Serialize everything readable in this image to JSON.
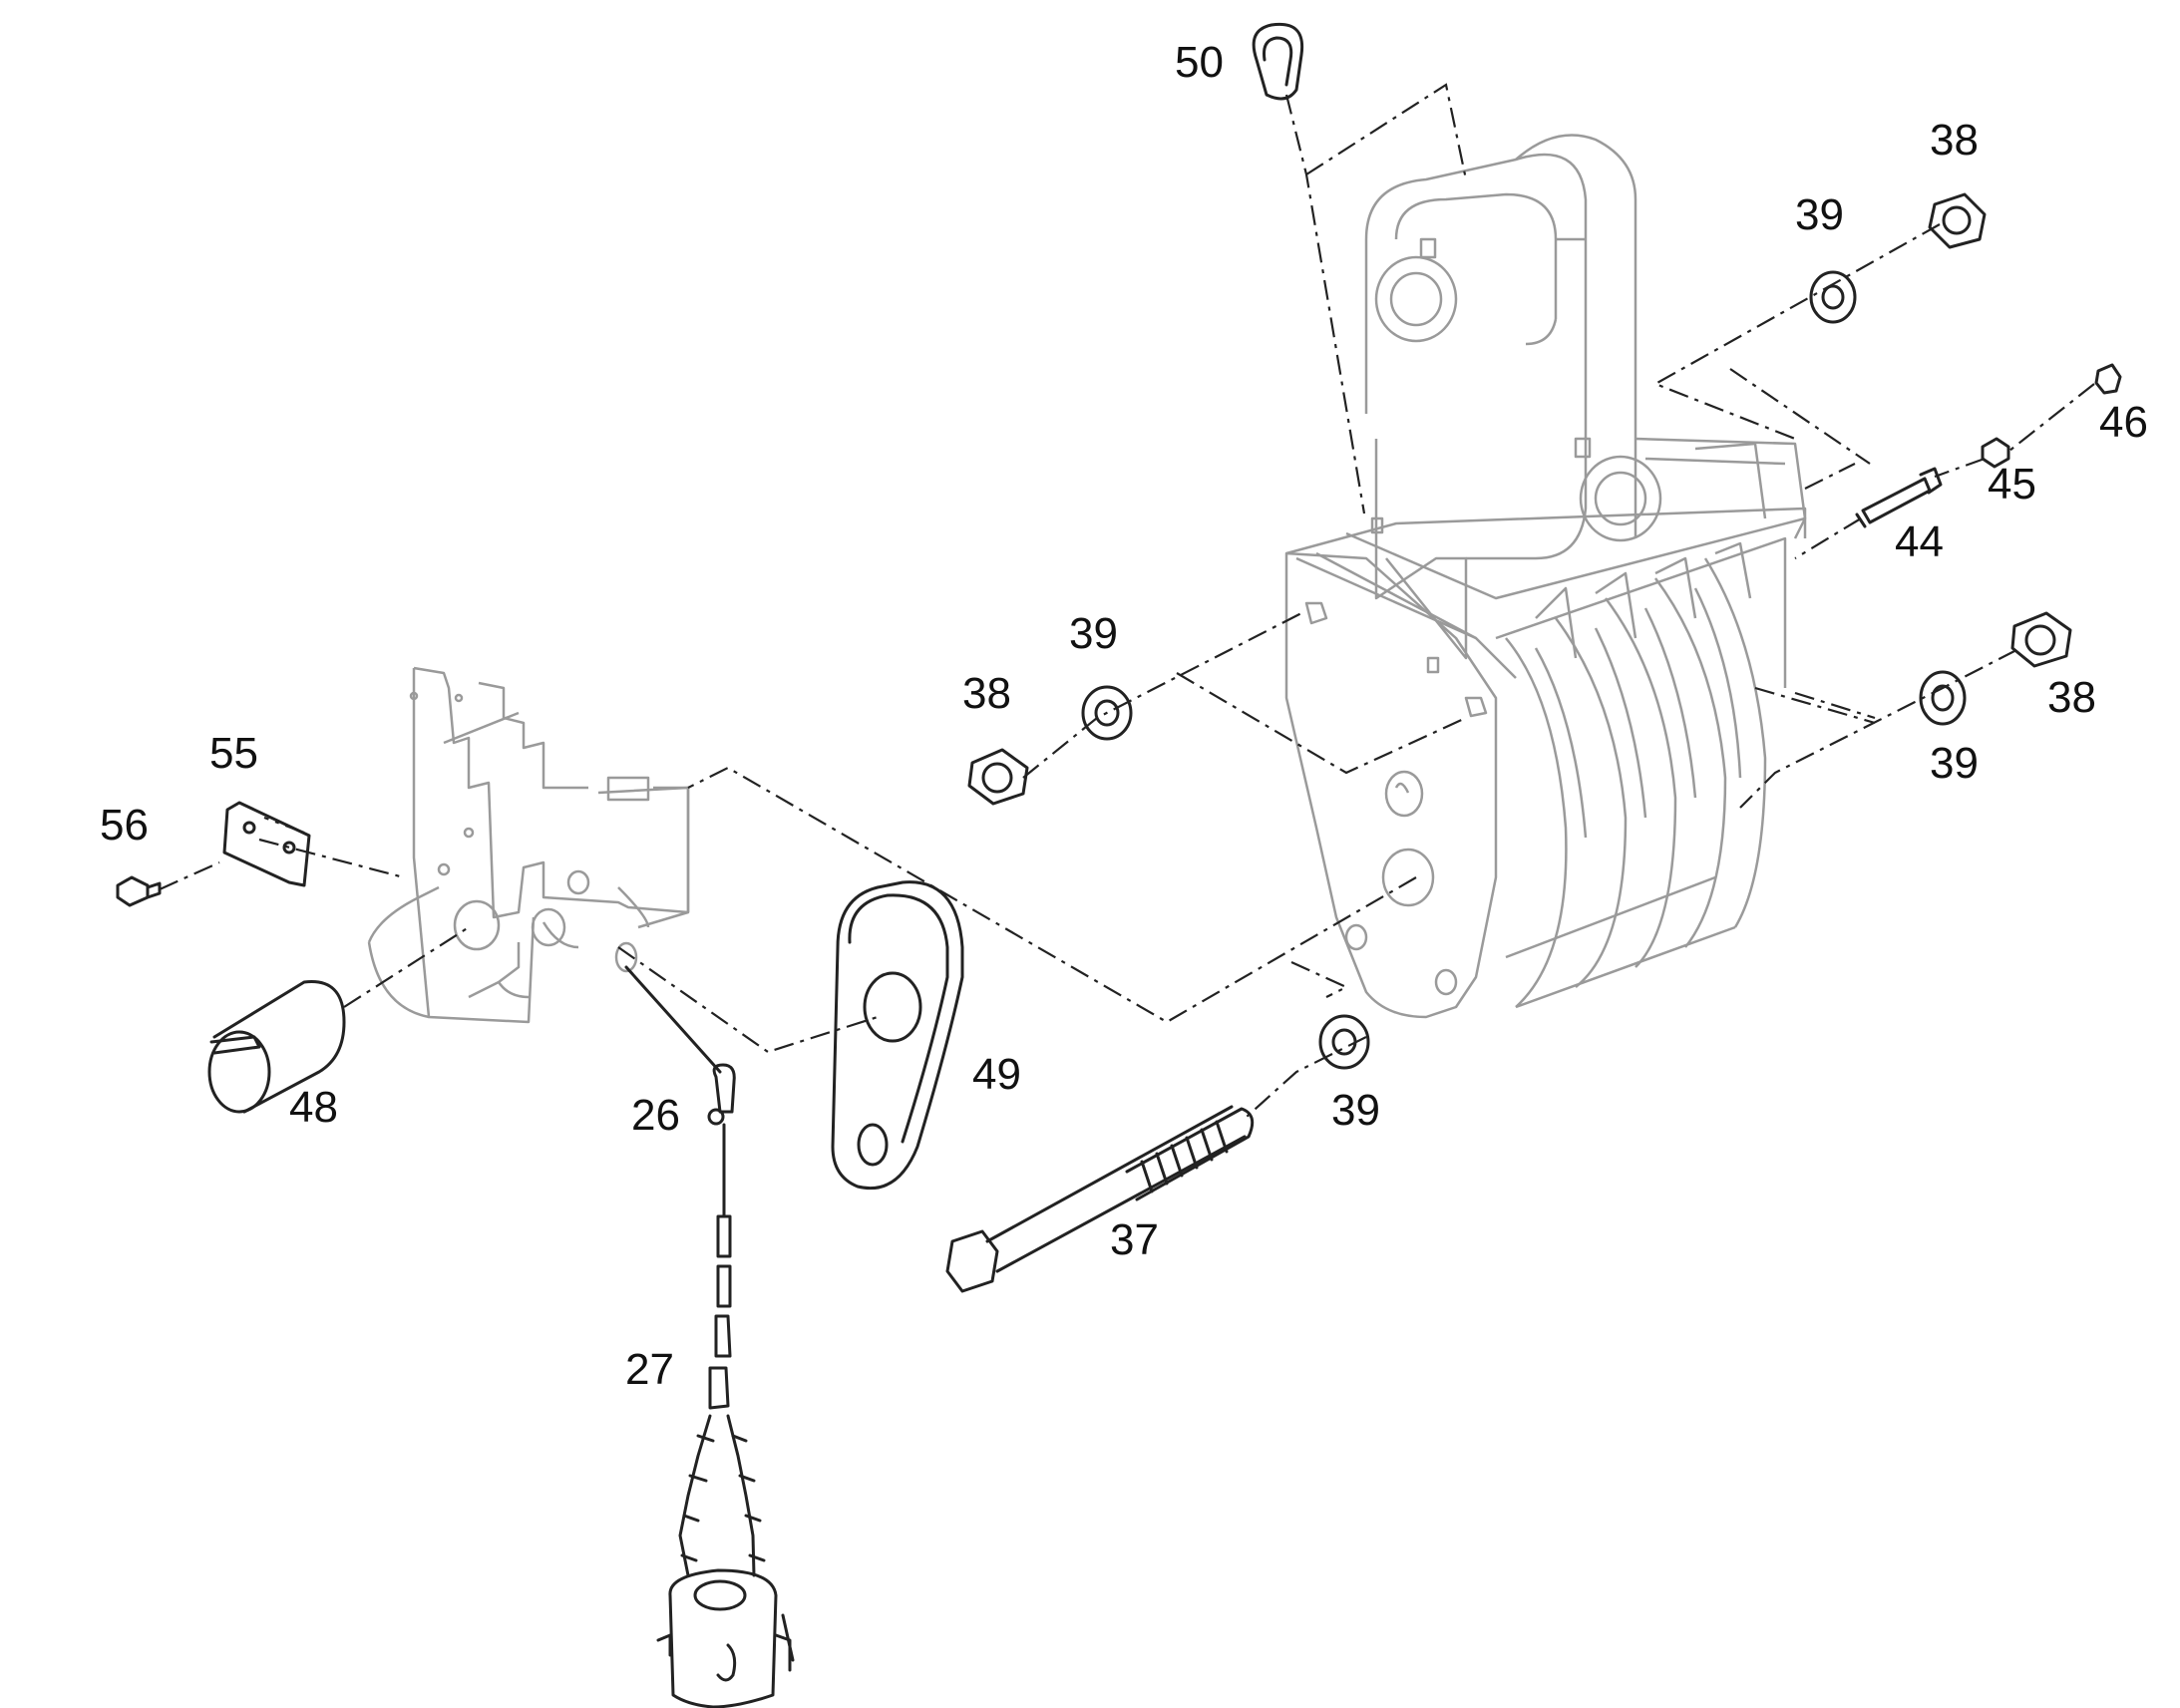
{
  "diagram": {
    "type": "exploded-parts-view",
    "callouts": [
      {
        "id": "c50a",
        "text": "50"
      },
      {
        "id": "c38a",
        "text": "38"
      },
      {
        "id": "c39a",
        "text": "39"
      },
      {
        "id": "c46",
        "text": "46"
      },
      {
        "id": "c45",
        "text": "45"
      },
      {
        "id": "c44",
        "text": "44"
      },
      {
        "id": "c39b",
        "text": "39"
      },
      {
        "id": "c38b",
        "text": "38"
      },
      {
        "id": "c38c",
        "text": "38"
      },
      {
        "id": "c39c",
        "text": "39"
      },
      {
        "id": "c55",
        "text": "55"
      },
      {
        "id": "c56",
        "text": "56"
      },
      {
        "id": "c48",
        "text": "48"
      },
      {
        "id": "c49",
        "text": "49"
      },
      {
        "id": "c26",
        "text": "26"
      },
      {
        "id": "c39d",
        "text": "39"
      },
      {
        "id": "c37",
        "text": "37"
      },
      {
        "id": "c27",
        "text": "27"
      }
    ]
  },
  "colors": {
    "line": "#222222",
    "ghost": "#9a9a9a",
    "background": "#ffffff"
  }
}
